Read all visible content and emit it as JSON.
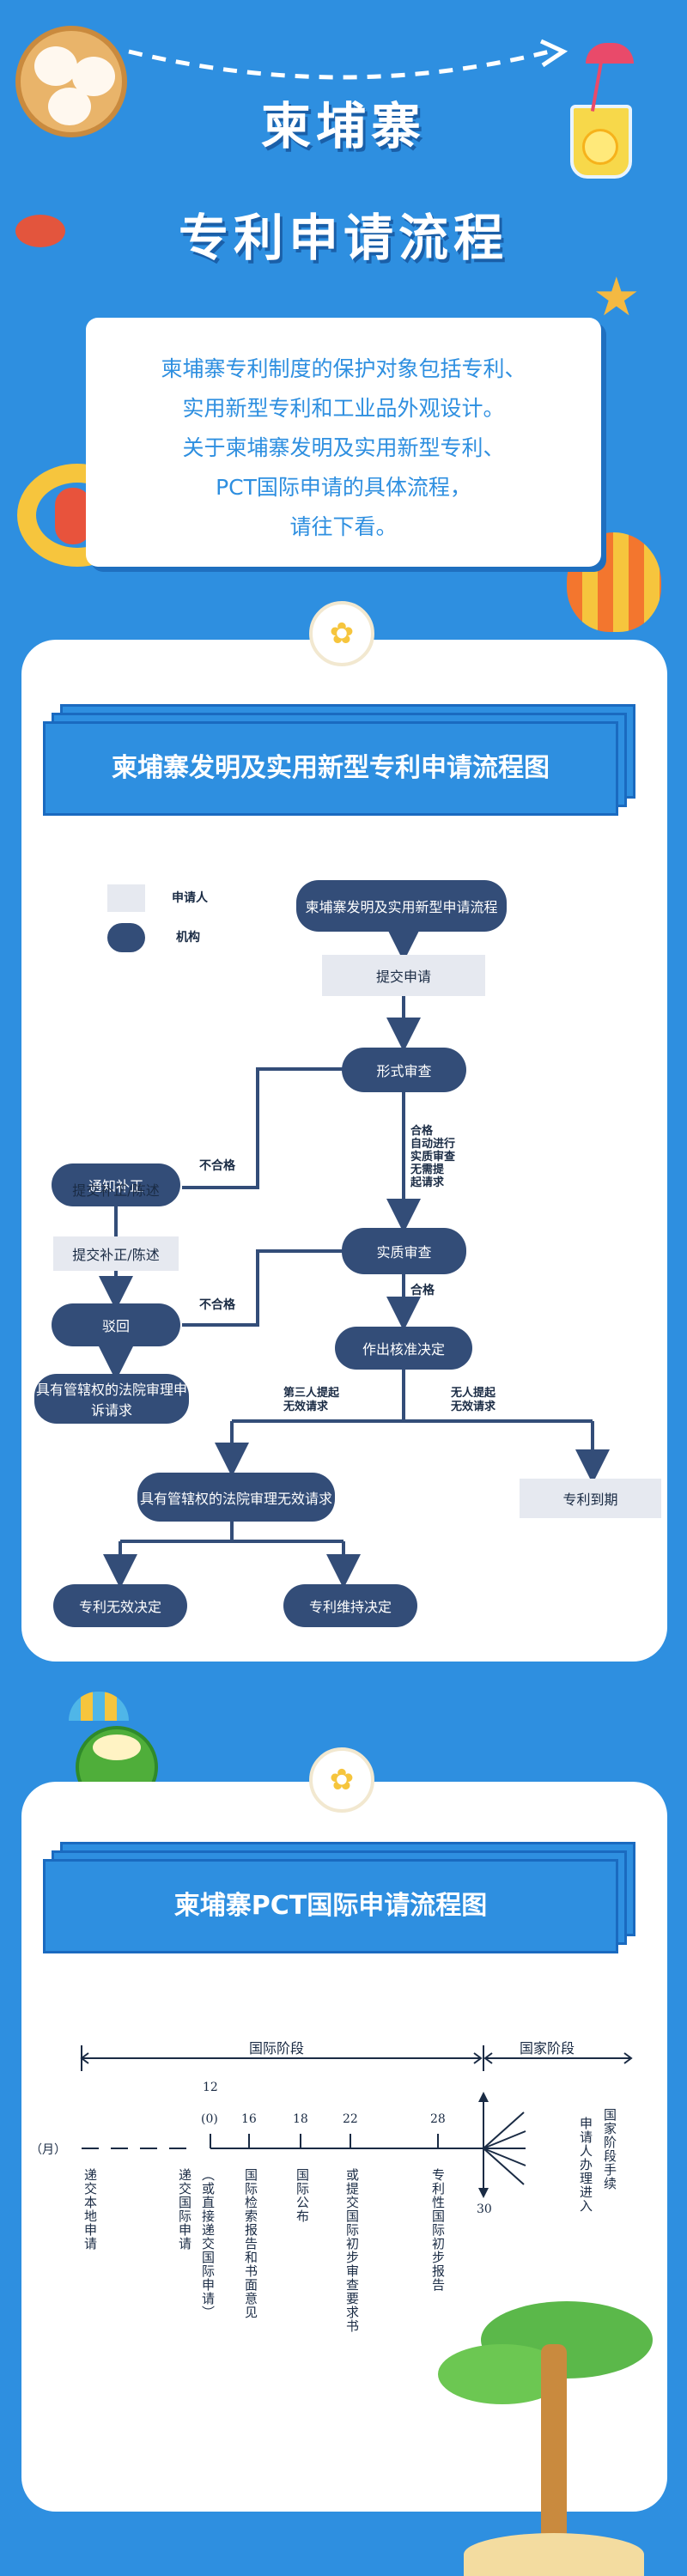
{
  "header": {
    "title_line1": "柬埔寨",
    "title_line2": "专利申请流程"
  },
  "intro": {
    "lines": [
      "柬埔寨专利制度的保护对象包括专利、",
      "实用新型专利和工业品外观设计。",
      "关于柬埔寨发明及实用新型专利、",
      "PCT国际申请的具体流程，",
      "请往下看。"
    ]
  },
  "section1": {
    "banner": "柬埔寨发明及实用新型专利申请流程图",
    "legend": {
      "applicant": "申请人",
      "agency": "机构"
    },
    "nodes": {
      "start": "柬埔寨发明及实用新型申请流程",
      "submit": "提交申请",
      "formal": "形式审查",
      "notify": "通知补正",
      "supplement": "提交补正/陈述",
      "substantive": "实质审查",
      "reject": "驳回",
      "appeal": "具有管辖权的法院审理申诉请求",
      "grant": "作出核准决定",
      "court_invalid": "具有管辖权的法院审理无效请求",
      "expiry": "专利到期",
      "invalid": "专利无效决定",
      "maintain": "专利维持决定"
    },
    "labels": {
      "fail1": "不合格",
      "pass_auto": "合格\n自动进行\n实质审查\n无需提\n起请求",
      "fail2": "不合格",
      "pass2": "合格",
      "third_party": "第三人提起\n无效请求",
      "no_party": "无人提起\n无效请求"
    }
  },
  "section2": {
    "banner": "柬埔寨PCT国际申请流程图",
    "phase_intl": "国际阶段",
    "phase_national": "国家阶段",
    "month_unit": "（月）",
    "ticks": [
      "12",
      "(0)",
      "16",
      "18",
      "22",
      "28",
      "30"
    ],
    "items": [
      "递交本地申请",
      "递交国际申请",
      "（或直接递交国际申请）",
      "国际检索报告和书面意见",
      "国际公布",
      "或提交国际初步审查要求书",
      "专利性国际初步报告",
      "申请人办理进入",
      "国家阶段手续"
    ]
  },
  "colors": {
    "background": "#2e8fe0",
    "node": "#334d78",
    "box": "#e6e9f0"
  }
}
